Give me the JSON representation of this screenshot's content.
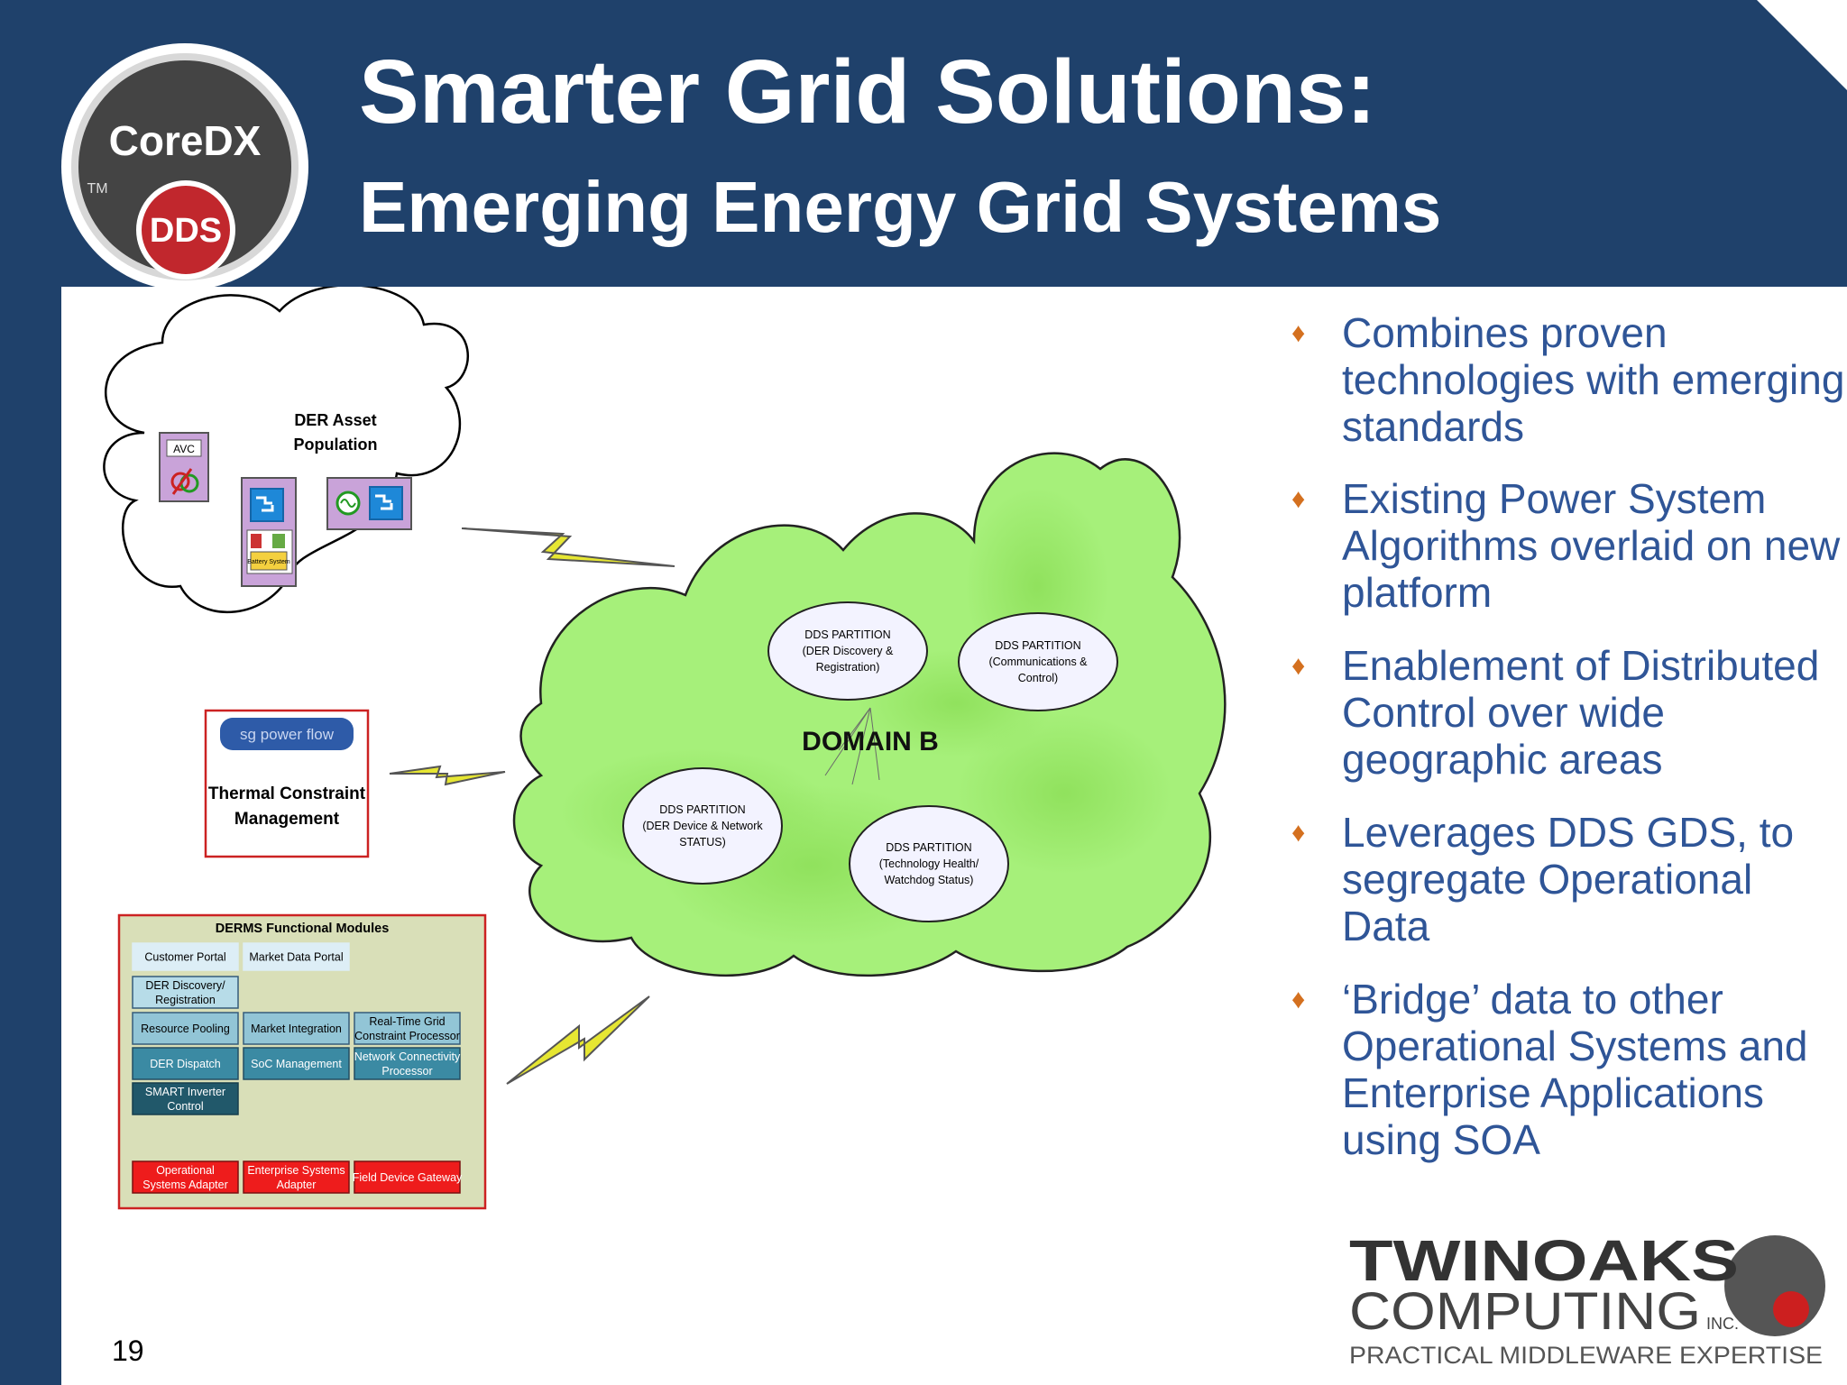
{
  "slide": {
    "title": "Smarter Grid Solutions:",
    "subtitle": "Emerging Energy Grid Systems",
    "page_number": "19",
    "colors": {
      "header": "#1f416b",
      "bullet_text": "#2f5597",
      "bullet_mark": "#d4701f",
      "domain_cloud": "#a6f07a"
    }
  },
  "logo_coredx": {
    "name": "CoreDX",
    "tm": "TM",
    "badge": "DDS"
  },
  "bullets": [
    {
      "icon": "diamond-bullet-icon",
      "text": "Combines proven technologies with emerging standards"
    },
    {
      "icon": "diamond-bullet-icon",
      "text": "Existing Power System Algorithms overlaid on new platform"
    },
    {
      "icon": "diamond-bullet-icon",
      "text": "Enablement of Distributed Control over wide geographic areas"
    },
    {
      "icon": "diamond-bullet-icon",
      "text": "Leverages DDS GDS, to segregate Operational Data"
    },
    {
      "icon": "diamond-bullet-icon",
      "text": "‘Bridge’ data to other Operational Systems and Enterprise Applications using SOA"
    }
  ],
  "diagram": {
    "der_cloud": {
      "title_line1": "DER Asset",
      "title_line2": "Population",
      "avc_label": "AVC",
      "battery_label": "Battery System"
    },
    "thermal": {
      "logo": "sg   power flow",
      "line1": "Thermal Constraint",
      "line2": "Management"
    },
    "domain": {
      "label": "DOMAIN B",
      "partitions": [
        {
          "lines": [
            "DDS PARTITION",
            "(DER Discovery &",
            "Registration)"
          ]
        },
        {
          "lines": [
            "DDS PARTITION",
            "(Communications &",
            "Control)"
          ]
        },
        {
          "lines": [
            "DDS PARTITION",
            "(DER Device & Network",
            "STATUS)"
          ]
        },
        {
          "lines": [
            "DDS PARTITION",
            "(Technology Health/",
            "Watchdog Status)"
          ]
        }
      ]
    },
    "derms": {
      "title": "DERMS Functional Modules",
      "modules": [
        {
          "lines": [
            "Customer Portal"
          ]
        },
        {
          "lines": [
            "Market Data Portal"
          ]
        },
        {
          "lines": [
            "DER Discovery/",
            "Registration"
          ]
        },
        {
          "lines": [
            "Resource Pooling"
          ]
        },
        {
          "lines": [
            "Market Integration"
          ]
        },
        {
          "lines": [
            "Real-Time Grid",
            "Constraint Processor"
          ]
        },
        {
          "lines": [
            "DER Dispatch"
          ]
        },
        {
          "lines": [
            "SoC Management"
          ]
        },
        {
          "lines": [
            "Network Connectivity",
            "Processor"
          ]
        },
        {
          "lines": [
            "SMART Inverter",
            "Control"
          ]
        },
        {
          "lines": [
            "Operational",
            "Systems Adapter"
          ]
        },
        {
          "lines": [
            "Enterprise Systems",
            "Adapter"
          ]
        },
        {
          "lines": [
            "Field Device Gateway"
          ]
        }
      ]
    }
  },
  "logo_twinoaks": {
    "line1": "TWINOAKS",
    "line2": "COMPUTING",
    "inc": "INC.",
    "tagline": "PRACTICAL MIDDLEWARE EXPERTISE"
  }
}
